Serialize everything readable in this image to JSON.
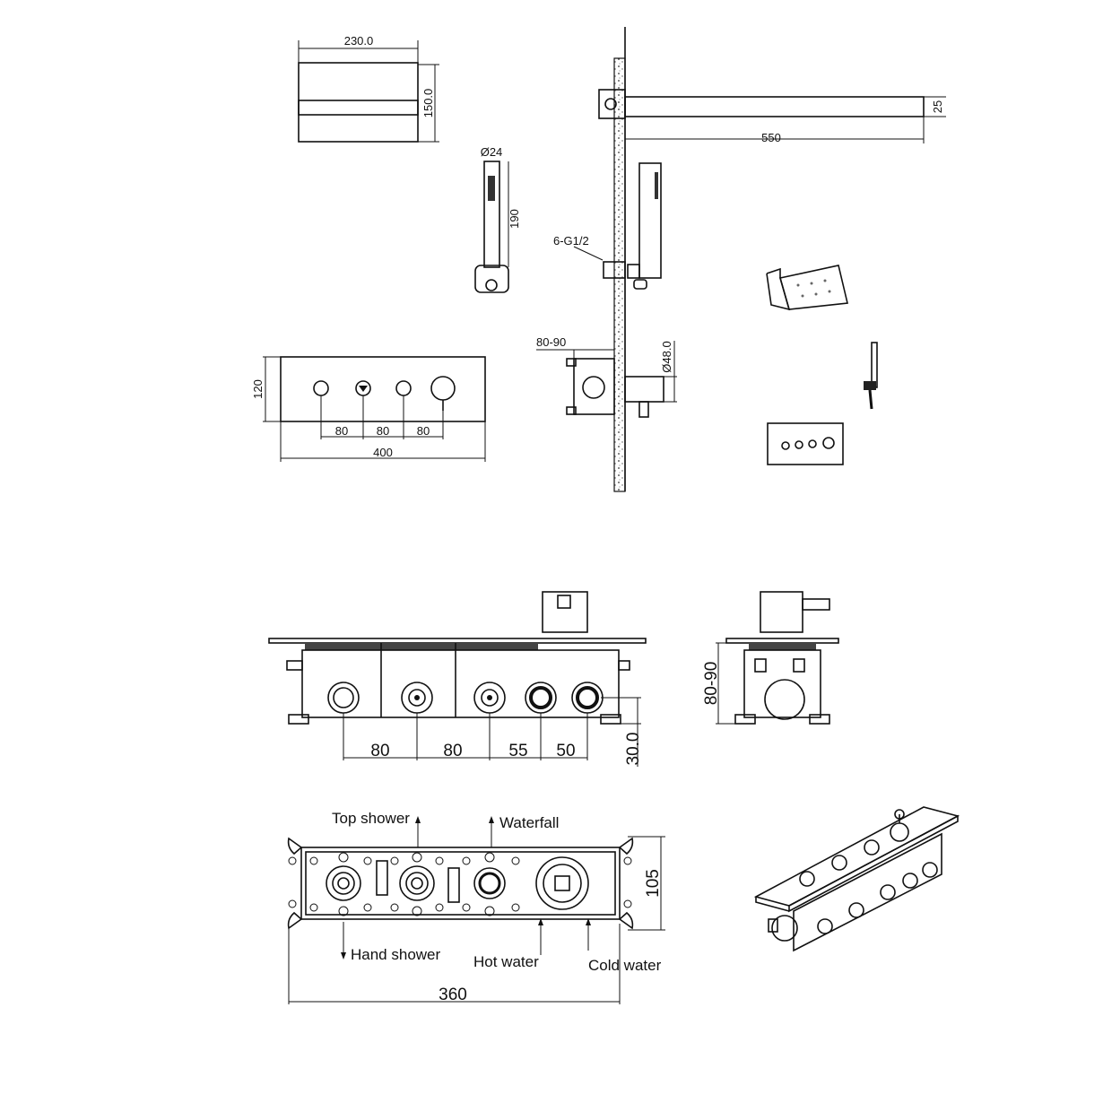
{
  "top_panel": {
    "width_label": "230.0",
    "height_label": "150.0"
  },
  "hand_shower": {
    "diameter_label": "Ø24",
    "length_label": "190"
  },
  "wall_section": {
    "arm_length_label": "550",
    "arm_height_label": "25",
    "thread_label": "6-G1/2",
    "depth_label": "80-90",
    "knob_diameter_label": "Ø48.0"
  },
  "control_panel": {
    "height_label": "120",
    "spacings": [
      "80",
      "80",
      "80"
    ],
    "width_label": "400"
  },
  "valve_front": {
    "spacings": [
      "80",
      "80",
      "55",
      "50"
    ],
    "height_label": "30.0"
  },
  "valve_side": {
    "depth_label": "80-90"
  },
  "valve_back": {
    "labels": {
      "top_shower": "Top shower",
      "waterfall": "Waterfall",
      "hand_shower": "Hand shower",
      "hot_water": "Hot water",
      "cold_water": "Cold water"
    },
    "height_label": "105",
    "width_label": "360"
  }
}
